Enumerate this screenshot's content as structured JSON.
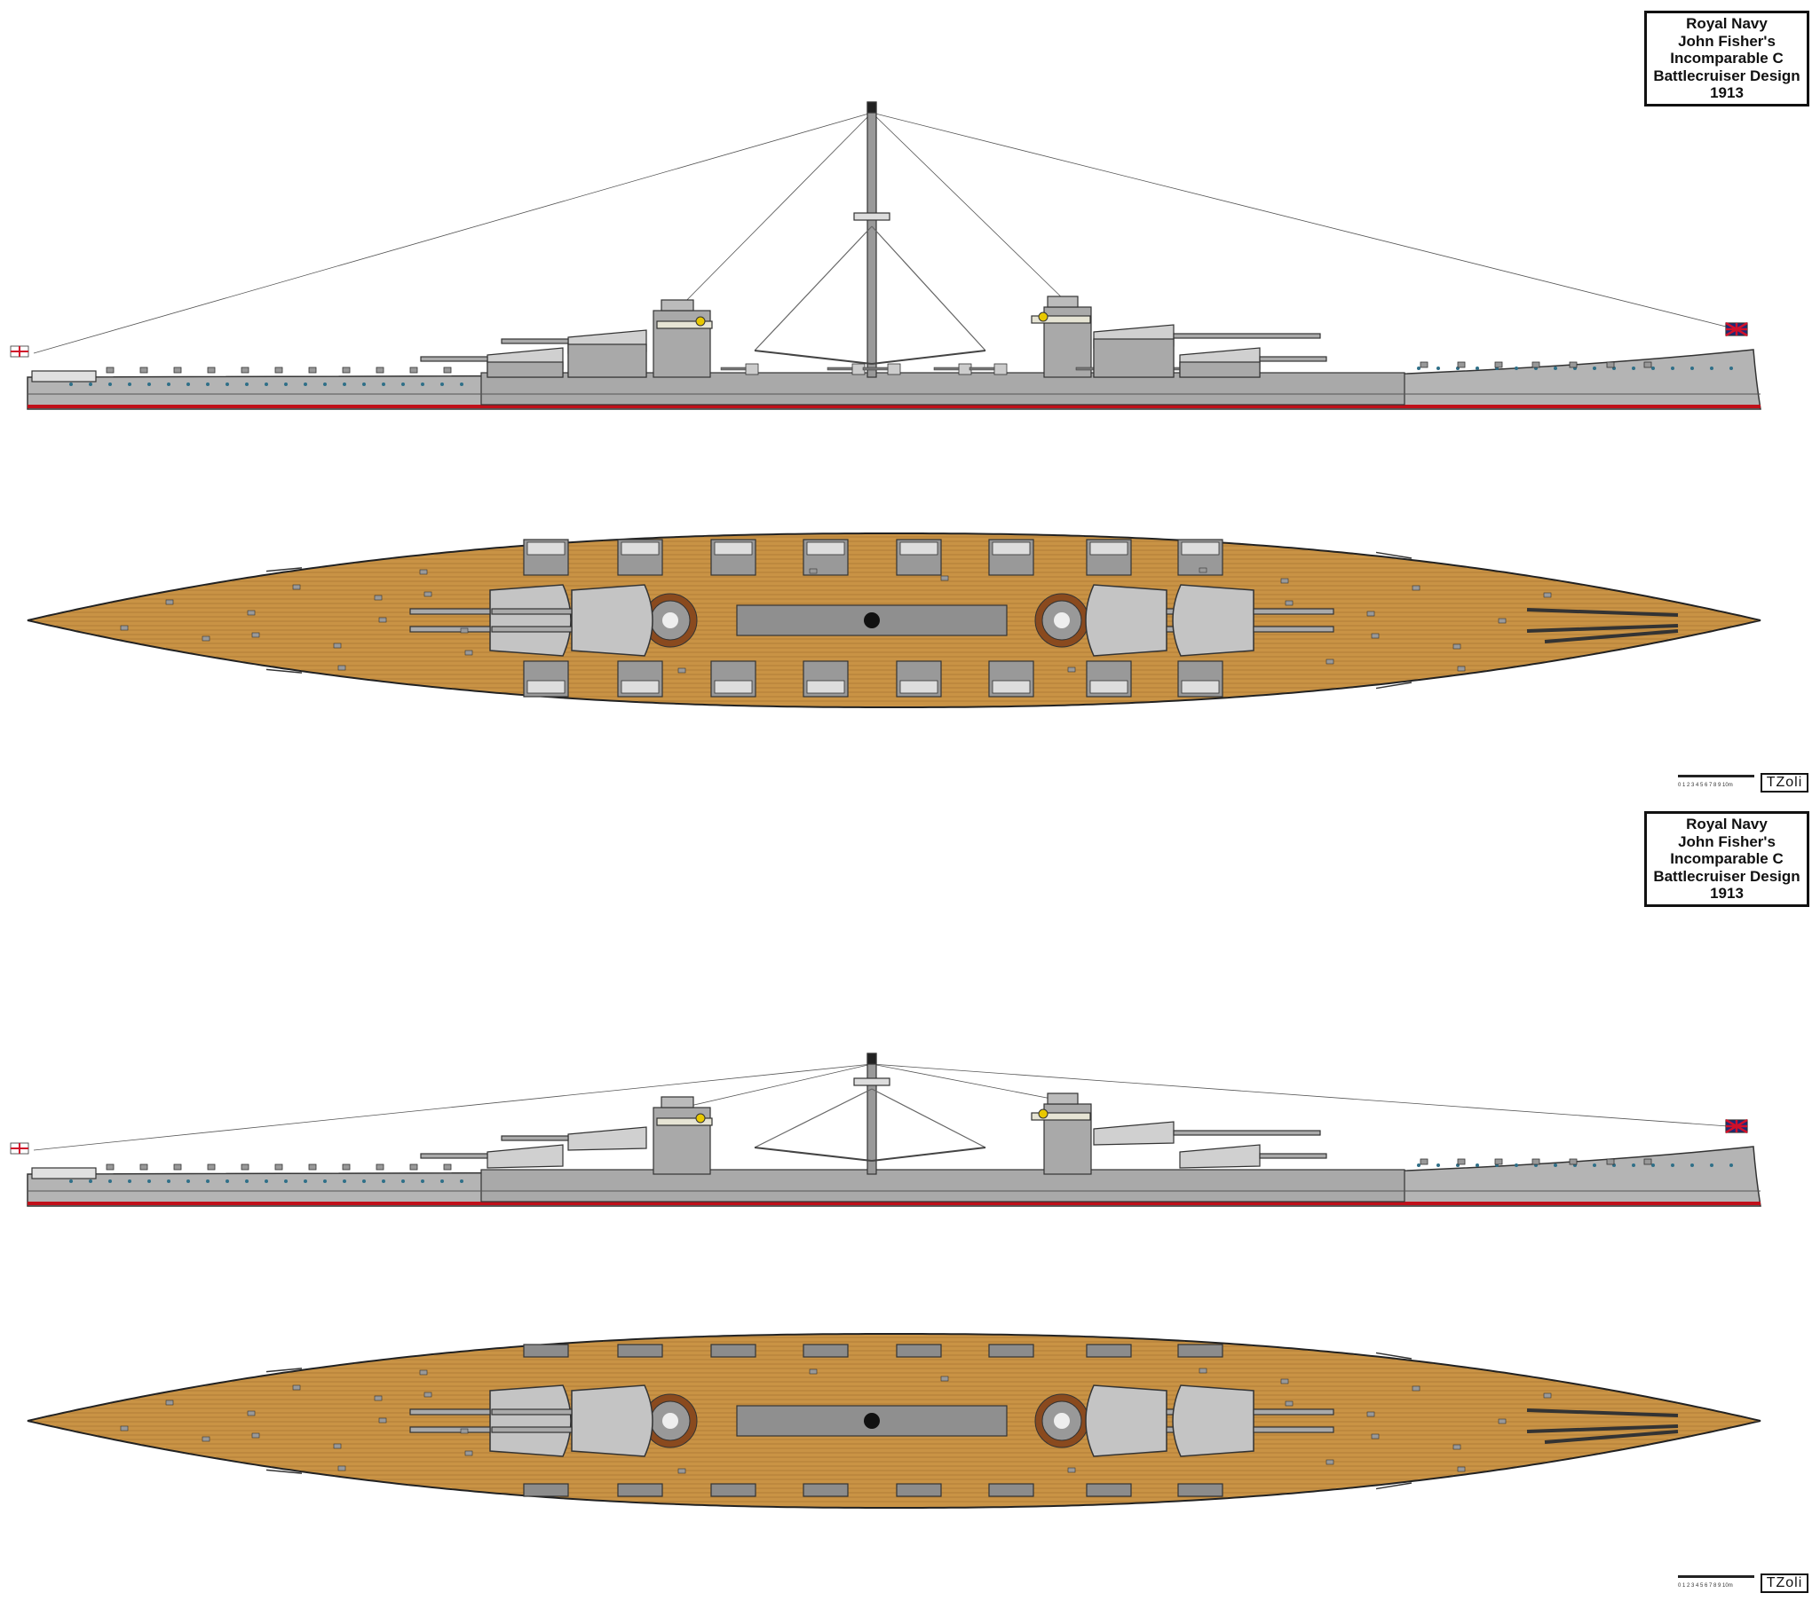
{
  "drawings": [
    {
      "title_lines": [
        "Royal Navy",
        "John Fisher's",
        "Incomparable C",
        "Battlecruiser Design",
        "1913"
      ],
      "scale_label": "0 1 2 3 4 5 6 7 8 9 10m",
      "signature": "TZoli"
    },
    {
      "title_lines": [
        "Royal Navy",
        "John Fisher's",
        "Incomparable C",
        "Battlecruiser Design",
        "1913"
      ],
      "scale_label": "0 1 2 3 4 5 6 7 8 9 10m",
      "signature": "TZoli"
    }
  ],
  "colors": {
    "hull": "#b4b4b4",
    "superstructure": "#a9a9a9",
    "turret": "#d0d0d0",
    "deck": "#c99345",
    "plank": "#9a6a28",
    "boot_topping": "#c0101a",
    "outline": "#333333",
    "barbette": "#8a4a1e",
    "casemate": "#8c8c8c"
  }
}
